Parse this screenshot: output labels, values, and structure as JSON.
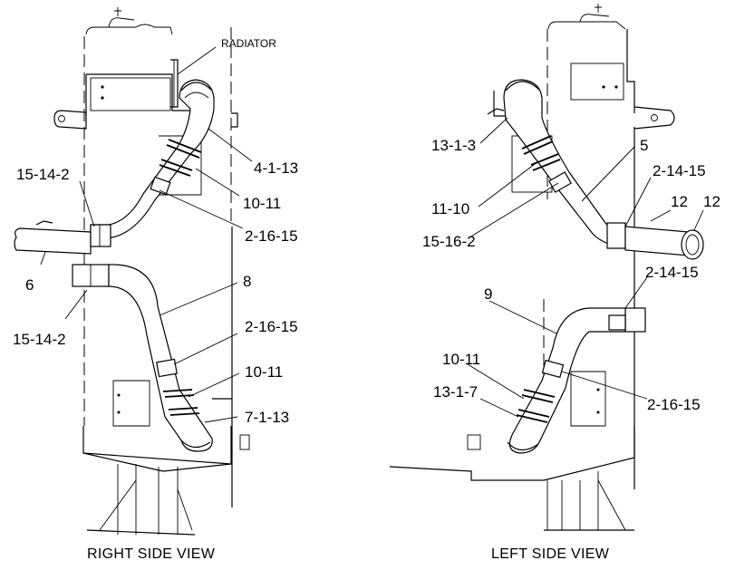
{
  "views": {
    "right": {
      "caption": "RIGHT SIDE VIEW",
      "callouts": [
        "RADIATOR",
        "4-1-13",
        "10-11",
        "2-16-15",
        "15-14-2",
        "6",
        "15-14-2",
        "8",
        "2-16-15",
        "10-11",
        "7-1-13"
      ]
    },
    "left": {
      "caption": "LEFT SIDE VIEW",
      "callouts": [
        "13-1-3",
        "5",
        "2-14-15",
        "12",
        "12",
        "11-10",
        "15-16-2",
        "9",
        "2-14-15",
        "10-11",
        "13-1-7",
        "2-16-15"
      ]
    }
  }
}
